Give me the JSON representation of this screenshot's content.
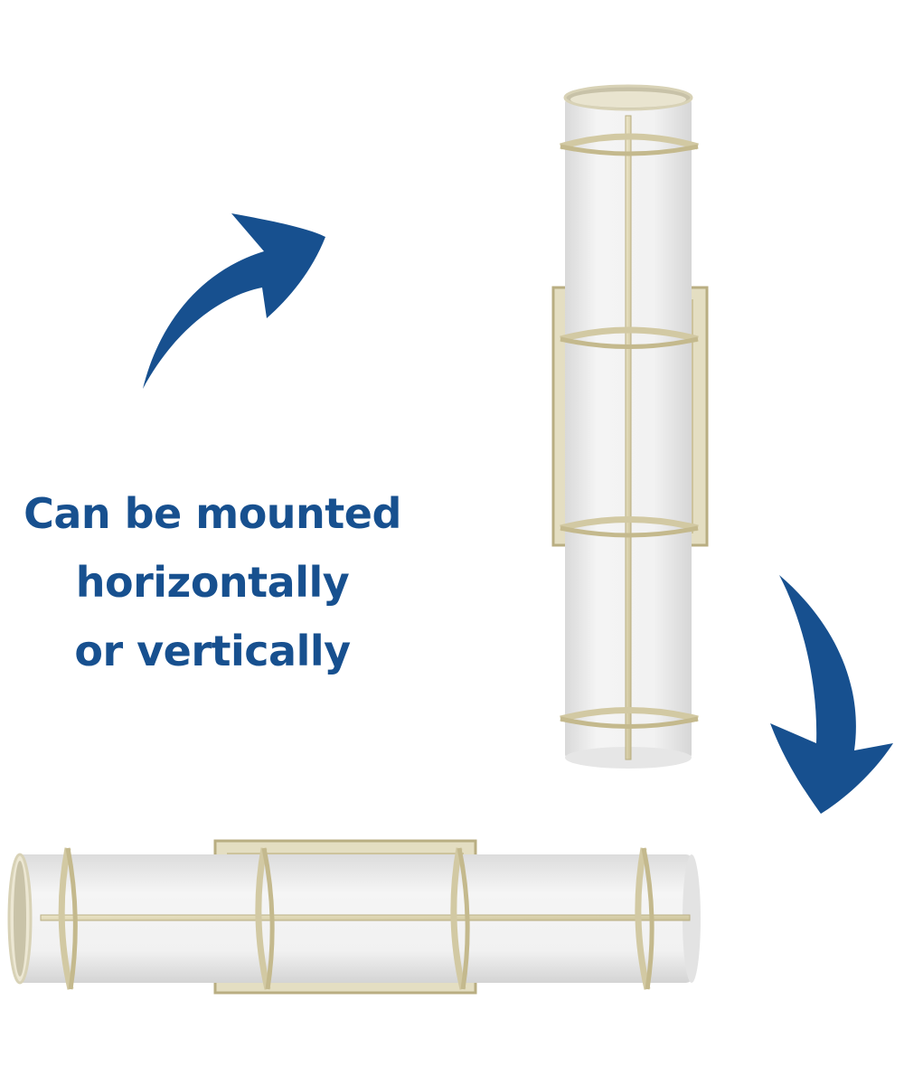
{
  "caption": {
    "line1": "Can be mounted",
    "line2": "horizontally",
    "line3": "or vertically"
  },
  "colors": {
    "accent_blue": "#17508f",
    "glass_white": "#eeeeee",
    "brass": "#ddd6b4",
    "brass_dark": "#b9ae82",
    "background": "#ffffff"
  },
  "icons": {
    "arrow_top": "curved-arrow-up-right-icon",
    "arrow_bottom": "curved-arrow-down-icon"
  }
}
